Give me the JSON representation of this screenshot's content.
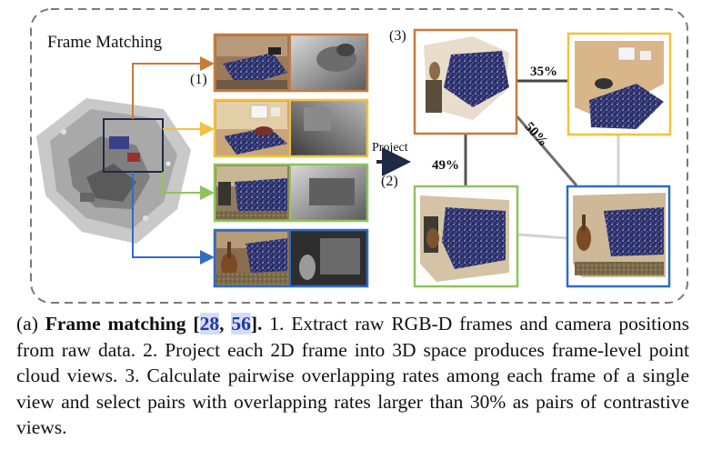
{
  "figure": {
    "panel_title": "Frame Matching",
    "step1_label": "(1)",
    "step2_label": "(2)",
    "step3_label": "(3)",
    "project_label": "Project",
    "overlaps": {
      "top_pair": "35%",
      "diagonal_pair": "50%",
      "left_pair": "49%"
    },
    "colors": {
      "orange": "#c87a3a",
      "yellow": "#f2c23a",
      "green": "#8ec45a",
      "blue": "#2f6cc4",
      "dashed_border": "#7a7a7a"
    }
  },
  "caption": {
    "prefix": "(a) ",
    "title": "Frame matching",
    "cite_open": " [",
    "cite_a": "28",
    "cite_sep": ", ",
    "cite_b": "56",
    "cite_close": "].",
    "body": " 1. Extract raw RGB-D frames and camera positions from raw data. 2. Project each 2D frame into 3D space produces frame-level point cloud views. 3. Calculate pairwise overlapping rates among each frame of a single view and select pairs with overlapping rates larger than 30% as pairs of contrastive views."
  }
}
